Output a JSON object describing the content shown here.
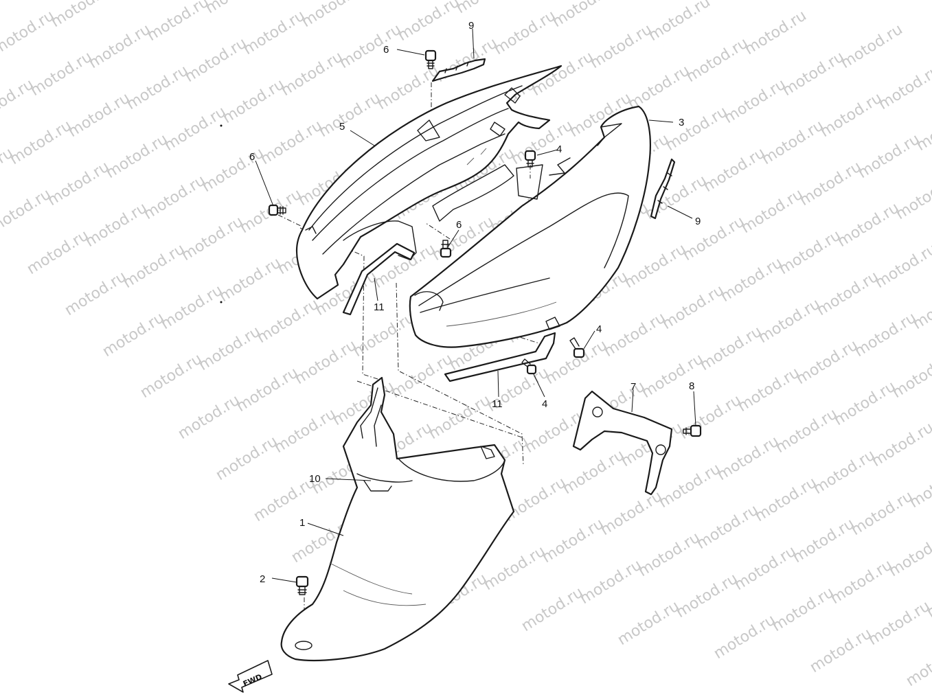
{
  "watermark": {
    "text": "motod.ru",
    "color": "#c8c8c8"
  },
  "callouts": [
    {
      "id": "c9a",
      "number": "9"
    },
    {
      "id": "c6a",
      "number": "6"
    },
    {
      "id": "c5",
      "number": "5"
    },
    {
      "id": "c3",
      "number": "3"
    },
    {
      "id": "c4a",
      "number": "4"
    },
    {
      "id": "c6b",
      "number": "6"
    },
    {
      "id": "c9b",
      "number": "9"
    },
    {
      "id": "c6c",
      "number": "6"
    },
    {
      "id": "c11a",
      "number": "11"
    },
    {
      "id": "c4b",
      "number": "4"
    },
    {
      "id": "c11b",
      "number": "11"
    },
    {
      "id": "c4c",
      "number": "4"
    },
    {
      "id": "c7",
      "number": "7"
    },
    {
      "id": "c8",
      "number": "8"
    },
    {
      "id": "c10",
      "number": "10"
    },
    {
      "id": "c1",
      "number": "1"
    },
    {
      "id": "c2",
      "number": "2"
    }
  ],
  "fwd_arrow": {
    "text": "FWD"
  }
}
